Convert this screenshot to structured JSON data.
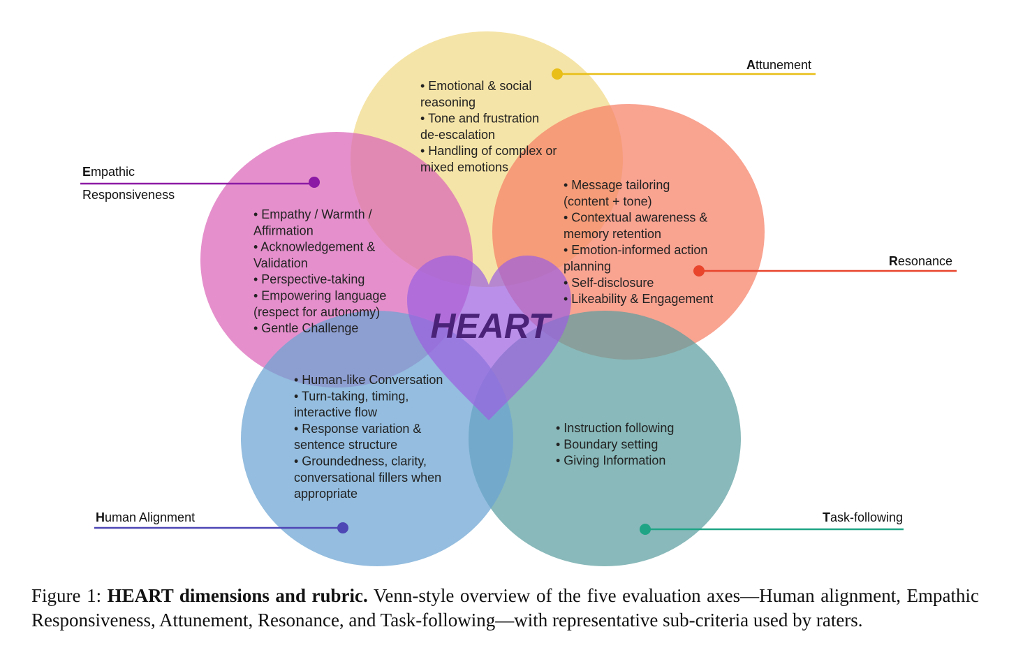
{
  "diagram": {
    "center_title": "HEART",
    "dimensions": {
      "attunement": {
        "label_initial": "A",
        "label_rest": "ttunement",
        "color": "#f2dd8e",
        "accent": "#e8be17",
        "items": [
          "• Emotional & social",
          "reasoning",
          "• Tone and frustration",
          "de-escalation",
          "• Handling of complex or",
          "mixed emotions"
        ]
      },
      "empathic": {
        "label_initial": "E",
        "label_rest": "mpathic",
        "label_line2": "Responsiveness",
        "color": "#db65b8",
        "accent": "#8c1aa5",
        "items": [
          "• Empathy / Warmth /",
          "Affirmation",
          "• Acknowledgement &",
          "Validation",
          "• Perspective-taking",
          "• Empowering language",
          "(respect for autonomy)",
          "• Gentle Challenge"
        ]
      },
      "resonance": {
        "label_initial": "R",
        "label_rest": "esonance",
        "color": "#f77f66",
        "accent": "#e8452c",
        "items": [
          "• Message tailoring",
          "(content + tone)",
          "• Contextual awareness &",
          "memory retention",
          "• Emotion-informed action",
          "planning",
          "• Self-disclosure",
          "• Likeability & Engagement"
        ]
      },
      "human": {
        "label_initial": "H",
        "label_rest": "uman Alignment",
        "color": "#6ba3d3",
        "accent": "#4d46b5",
        "items": [
          "• Human-like Conversation",
          "• Turn-taking, timing,",
          "interactive flow",
          "• Response variation &",
          "sentence structure",
          "• Groundedness, clarity,",
          "conversational fillers when",
          "appropriate"
        ]
      },
      "task": {
        "label_initial": "T",
        "label_rest": "ask-following",
        "color": "#5c9ea0",
        "accent": "#1fa586",
        "items": [
          "• Instruction following",
          "• Boundary setting",
          "• Giving Information"
        ]
      }
    },
    "heart_color": "#9b5fe0"
  },
  "caption": {
    "prefix": "Figure 1:",
    "bold": "HEART dimensions and rubric.",
    "text": "Venn-style overview of the five evaluation axes—Human alignment, Empathic Responsiveness, Attunement, Resonance, and Task-following—with representative sub-criteria used by raters."
  }
}
